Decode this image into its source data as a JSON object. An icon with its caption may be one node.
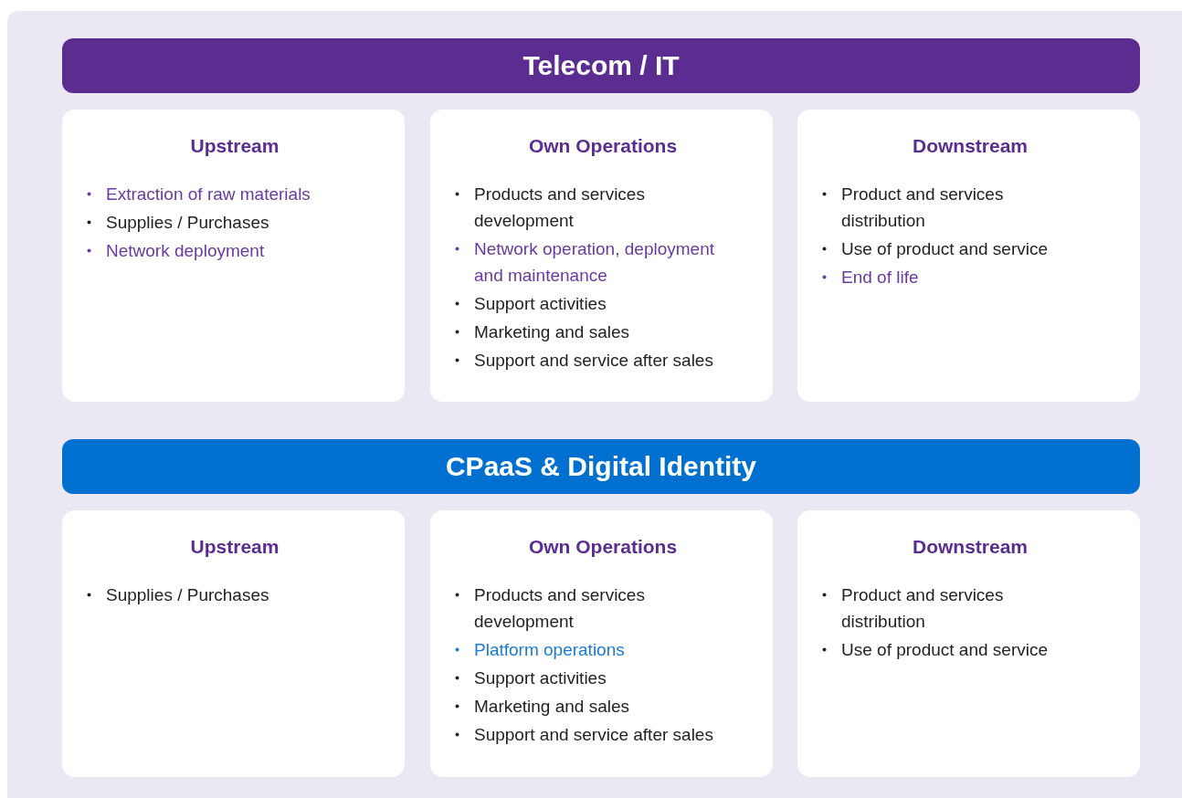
{
  "diagram": {
    "nodes": [
      {
        "text": [
          "Telecom / IT"
        ]
      },
      {
        "text": [
          "Upstream",
          "Extraction of raw materials",
          "Supplies / Purchases",
          "Network deployment"
        ]
      },
      {
        "text": [
          "Own Operations",
          "Products and services development",
          "Network operation, deployment and maintenance",
          "Support activities",
          "Marketing and sales",
          "Support and service after sales"
        ]
      },
      {
        "text": [
          "Downstream",
          "Product and services distribution",
          "Use of product and service",
          "End of life"
        ]
      },
      {
        "text": [
          "CPaaS & Digital Identity"
        ]
      },
      {
        "text": [
          "Upstream",
          "Supplies / Purchases"
        ]
      },
      {
        "text": [
          "Own Operations",
          "Products and services development",
          "Platform operations",
          "Support activities",
          "Marketing and sales",
          "Support and service after sales"
        ]
      },
      {
        "text": [
          "Downstream",
          "Product and services distribution",
          "Use of product and service"
        ]
      }
    ]
  }
}
